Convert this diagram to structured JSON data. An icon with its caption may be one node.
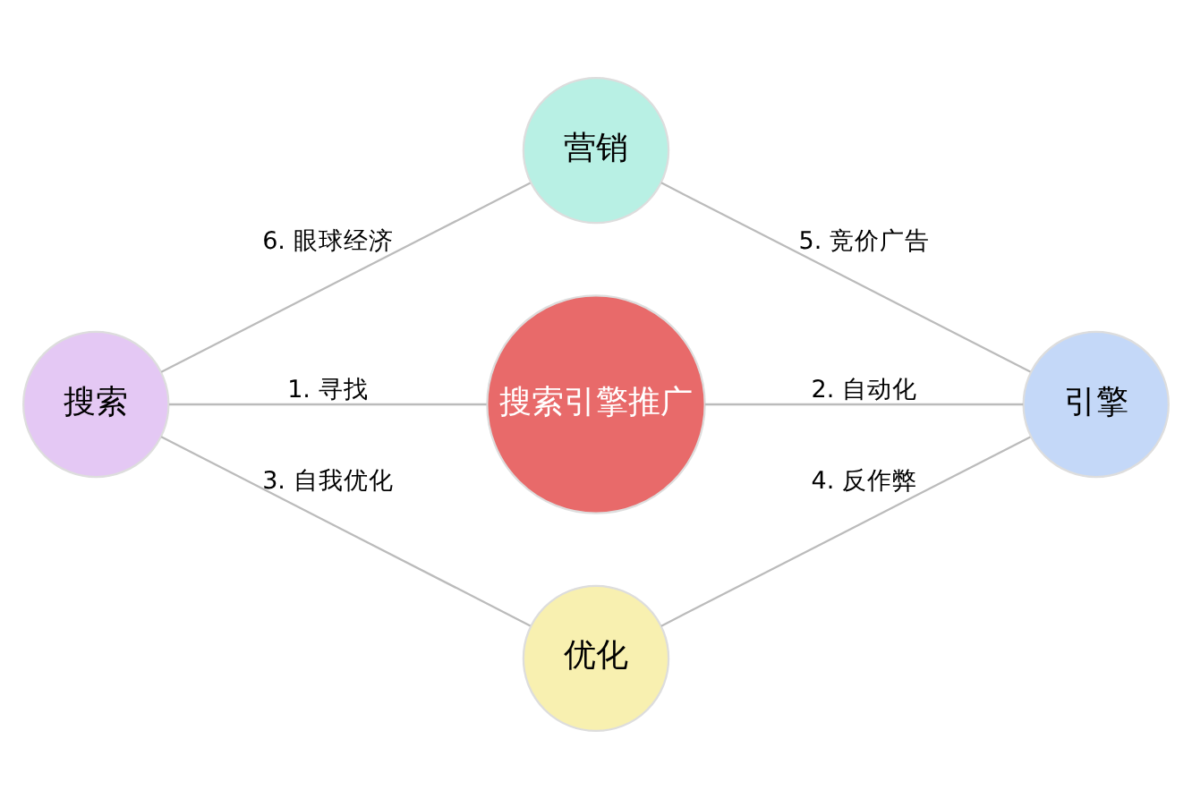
{
  "diagram": {
    "nodes": [
      {
        "text": [
          "营销"
        ]
      },
      {
        "text": [
          "搜索"
        ]
      },
      {
        "text": [
          "搜索引擎推广"
        ]
      },
      {
        "text": [
          "引擎"
        ]
      },
      {
        "text": [
          "优化"
        ]
      }
    ],
    "edges": [
      {
        "from": 1,
        "to": 2,
        "arrow": "none",
        "label": "1. 寻找"
      },
      {
        "from": 2,
        "to": 3,
        "arrow": "none",
        "label": "2. 自动化"
      },
      {
        "from": 1,
        "to": 4,
        "arrow": "none",
        "label": "3. 自我优化"
      },
      {
        "from": 4,
        "to": 3,
        "arrow": "none",
        "label": "4. 反作弊"
      },
      {
        "from": 0,
        "to": 3,
        "arrow": "none",
        "label": "5. 竞价广告"
      },
      {
        "from": 1,
        "to": 0,
        "arrow": "none",
        "label": "6. 眼球经济"
      }
    ]
  }
}
